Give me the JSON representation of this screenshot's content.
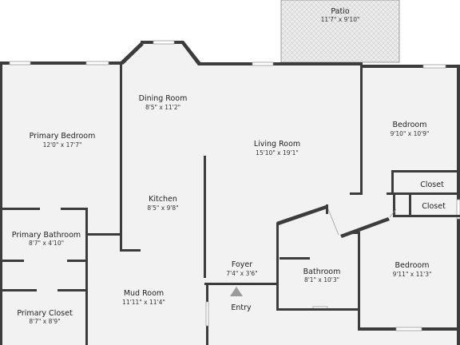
{
  "rooms": {
    "patio": {
      "name": "Patio",
      "dims": "11'7\" x 9'10\""
    },
    "dining_room": {
      "name": "Dining Room",
      "dims": "8'5\" x 11'2\""
    },
    "primary_bedroom": {
      "name": "Primary Bedroom",
      "dims": "12'0\" x 17'7\""
    },
    "living_room": {
      "name": "Living Room",
      "dims": "15'10\" x 19'1\""
    },
    "bedroom_1": {
      "name": "Bedroom",
      "dims": "9'10\" x 10'9\""
    },
    "closet_1": {
      "name": "Closet"
    },
    "closet_2": {
      "name": "Closet"
    },
    "kitchen": {
      "name": "Kitchen",
      "dims": "8'5\" x 9'8\""
    },
    "primary_bathroom": {
      "name": "Primary Bathroom",
      "dims": "8'7\" x 4'10\""
    },
    "foyer": {
      "name": "Foyer",
      "dims": "7'4\" x 3'6\""
    },
    "bathroom": {
      "name": "Bathroom",
      "dims": "8'1\" x 10'3\""
    },
    "bedroom_2": {
      "name": "Bedroom",
      "dims": "9'11\" x 11'3\""
    },
    "mud_room": {
      "name": "Mud Room",
      "dims": "11'11\" x 11'4\""
    },
    "primary_closet": {
      "name": "Primary Closet",
      "dims": "8'7\" x 8'9\""
    }
  },
  "entry": {
    "label": "Entry",
    "icon": "entry-arrow-icon"
  },
  "colors": {
    "wall": "#3c3c3c",
    "floor": "#f2f2f2",
    "patio_tile": "#e6e6e6"
  }
}
